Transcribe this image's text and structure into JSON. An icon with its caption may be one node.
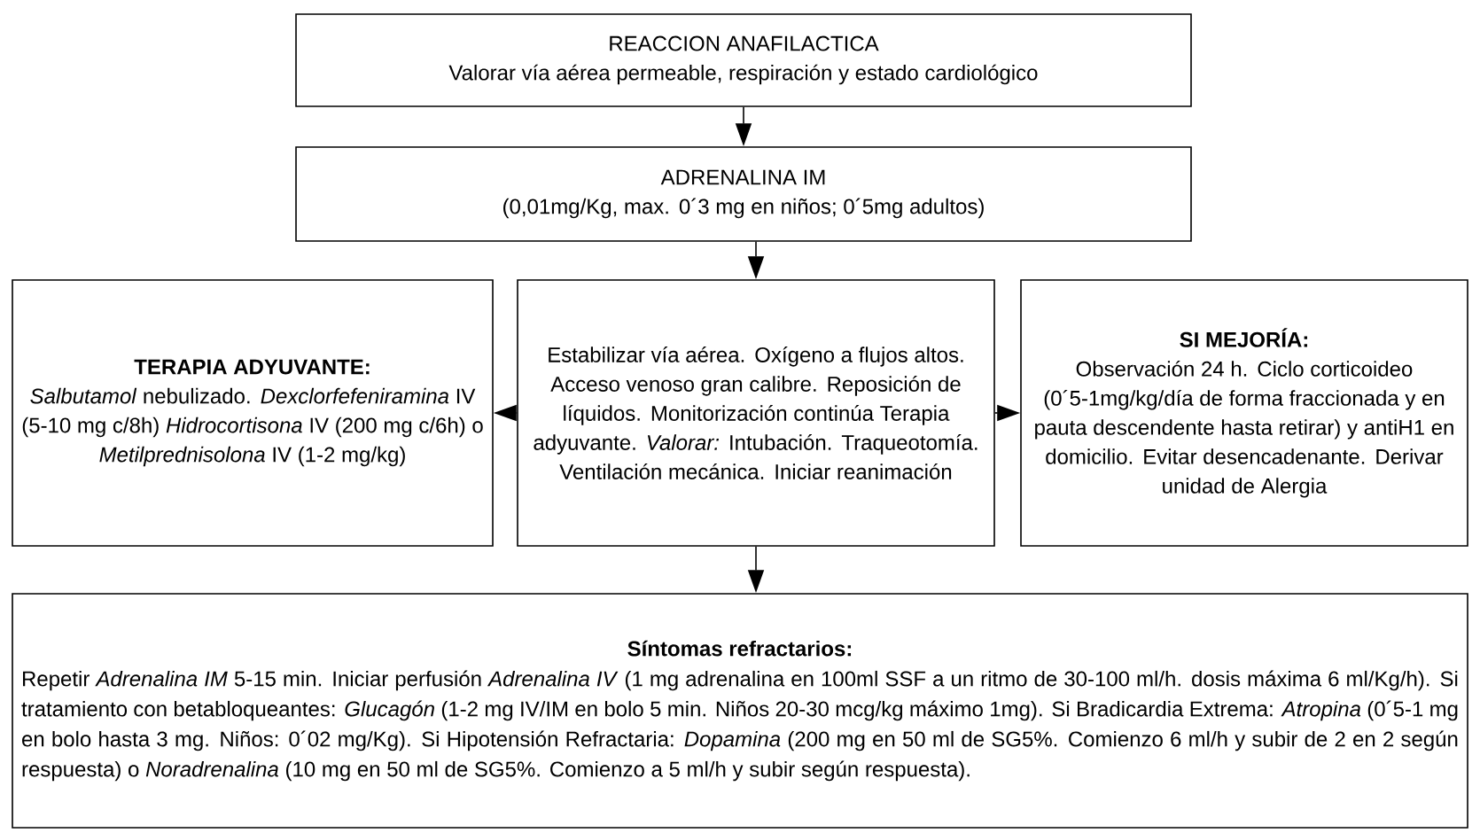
{
  "diagram": {
    "nodes": [
      {
        "text": [
          "REACCION ANAFILACTICA",
          "Valorar vía aérea permeable, respiración y estado cardiológico"
        ]
      },
      {
        "text": [
          "ADRENALINA IM",
          "(0,01mg/Kg, max. 0´3 mg en niños; 0´5mg adultos)"
        ]
      },
      {
        "text": [
          "TERAPIA ADYUVANTE:",
          "*Salbutamol* nebulizado. *Dexclorfefeniramina* IV (5-10 mg c/8h) *Hidrocortisona* IV (200 mg c/6h) o *Metilprednisolona* IV (1-2 mg/kg)"
        ]
      },
      {
        "text": [
          "Estabilizar vía aérea. Oxígeno a flujos altos. Acceso venoso gran calibre. Reposición de líquidos. Monitorización continúa Terapia adyuvante. *Valorar:* Intubación. Traqueotomía. Ventilación mecánica. Iniciar reanimación"
        ]
      },
      {
        "text": [
          "SI MEJORÍA:",
          "Observación 24 h. Ciclo corticoideo (0´5-1mg/kg/día de forma fraccionada y en pauta descendente hasta retirar) y antiH1 en domicilio. Evitar desencadenante. Derivar unidad de Alergia"
        ]
      },
      {
        "text": [
          "Síntomas refractarios:",
          "Repetir *Adrenalina IM* 5-15 min. Iniciar perfusión *Adrenalina IV* (1 mg adrenalina en 100ml SSF a un ritmo de 30-100 ml/h. dosis máxima 6 ml/Kg/h). Si tratamiento con betabloqueantes: *Glucagón* (1-2 mg IV/IM en bolo 5 min. Niños 20-30 mcg/kg máximo 1mg). Si Bradicardia Extrema: *Atropina* (0´5-1 mg en bolo hasta 3 mg. Niños: 0´02 mg/Kg). Si Hipotensión Refractaria: *Dopamina* (200 mg en 50 ml de SG5%. Comienzo 6 ml/h y subir de 2 en 2 según respuesta) o *Noradrenalina* (10 mg en 50 ml de SG5%. Comienzo a 5 ml/h y subir según respuesta)."
        ]
      }
    ],
    "edges": [
      {
        "from": 0,
        "to": 1,
        "arrow": "to"
      },
      {
        "from": 1,
        "to": 3,
        "arrow": "to"
      },
      {
        "from": 3,
        "to": 2,
        "arrow": "to"
      },
      {
        "from": 3,
        "to": 4,
        "arrow": "to"
      },
      {
        "from": 3,
        "to": 5,
        "arrow": "to"
      }
    ]
  }
}
